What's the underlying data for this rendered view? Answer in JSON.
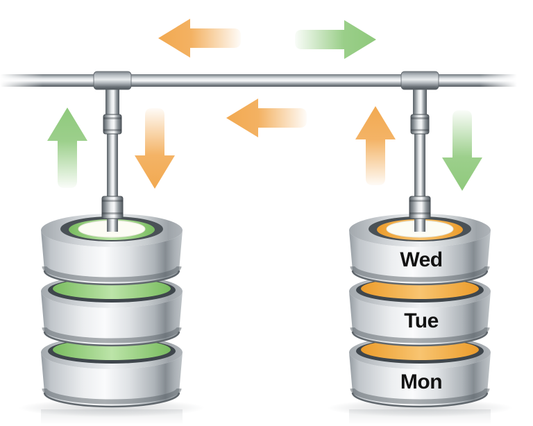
{
  "diagram_title": "Database two-way sync replication diagram",
  "colors": {
    "orange": "#F2A951",
    "green": "#8FC97C",
    "green_ring_dark": "#79BC5F",
    "green_ring_light": "#BCE4A8",
    "orange_ring_dark": "#EC9C2B",
    "orange_ring_light": "#F8C470"
  },
  "arrows": [
    {
      "name": "top-orange-arrow",
      "direction": "left",
      "color": "orange"
    },
    {
      "name": "top-green-arrow",
      "direction": "right",
      "color": "green"
    },
    {
      "name": "middle-orange-arrow",
      "direction": "left",
      "color": "orange"
    },
    {
      "name": "left-db-up-arrow",
      "direction": "up",
      "color": "green"
    },
    {
      "name": "left-db-down-arrow",
      "direction": "down",
      "color": "orange"
    },
    {
      "name": "right-db-up-arrow",
      "direction": "up",
      "color": "orange"
    },
    {
      "name": "right-db-down-arrow",
      "direction": "down",
      "color": "green"
    }
  ],
  "left_database": {
    "disks": 3,
    "accent": "green",
    "labels": []
  },
  "right_database": {
    "disks": 3,
    "accent": "orange",
    "labels": [
      "Wed",
      "Tue",
      "Mon"
    ]
  }
}
